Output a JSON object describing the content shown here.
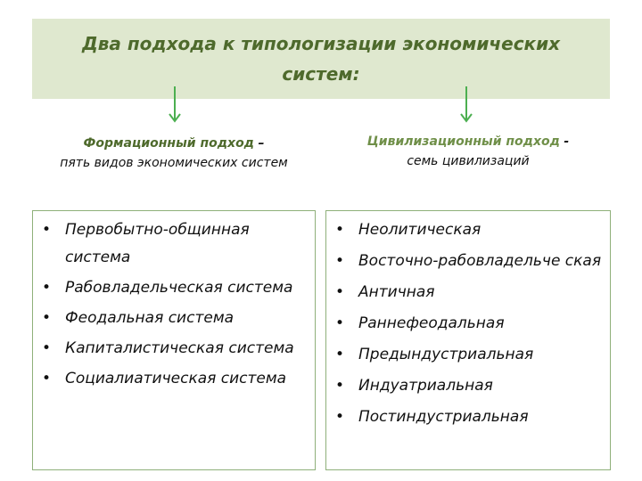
{
  "title": "Два подхода к типологизации экономических систем:",
  "left": {
    "term": "Формационный подход",
    "dash": "–",
    "description": "пять видов экономических систем",
    "items": [
      "Первобытно-общинная система",
      "Рабовладельческая система",
      "Феодальная система",
      "Капиталистическая система",
      "Социалиатическая система"
    ]
  },
  "right": {
    "term": "Цивилизационный подход",
    "dash": "-",
    "description": "семь цивилизаций",
    "items": [
      "Неолитическая",
      "Восточно-рабовладельче ская",
      "Античная",
      "Раннефеодальная",
      "Предындустриальная",
      "Индуатриальная",
      "Постиндустриальная"
    ]
  },
  "bullet": "•",
  "colors": {
    "title_background": "#dfe8cf",
    "title_text": "#4e6a2c",
    "arrow": "#4caf50",
    "box_border": "#8fb07a"
  },
  "icons": {
    "connector": "down-arrow-icon"
  }
}
